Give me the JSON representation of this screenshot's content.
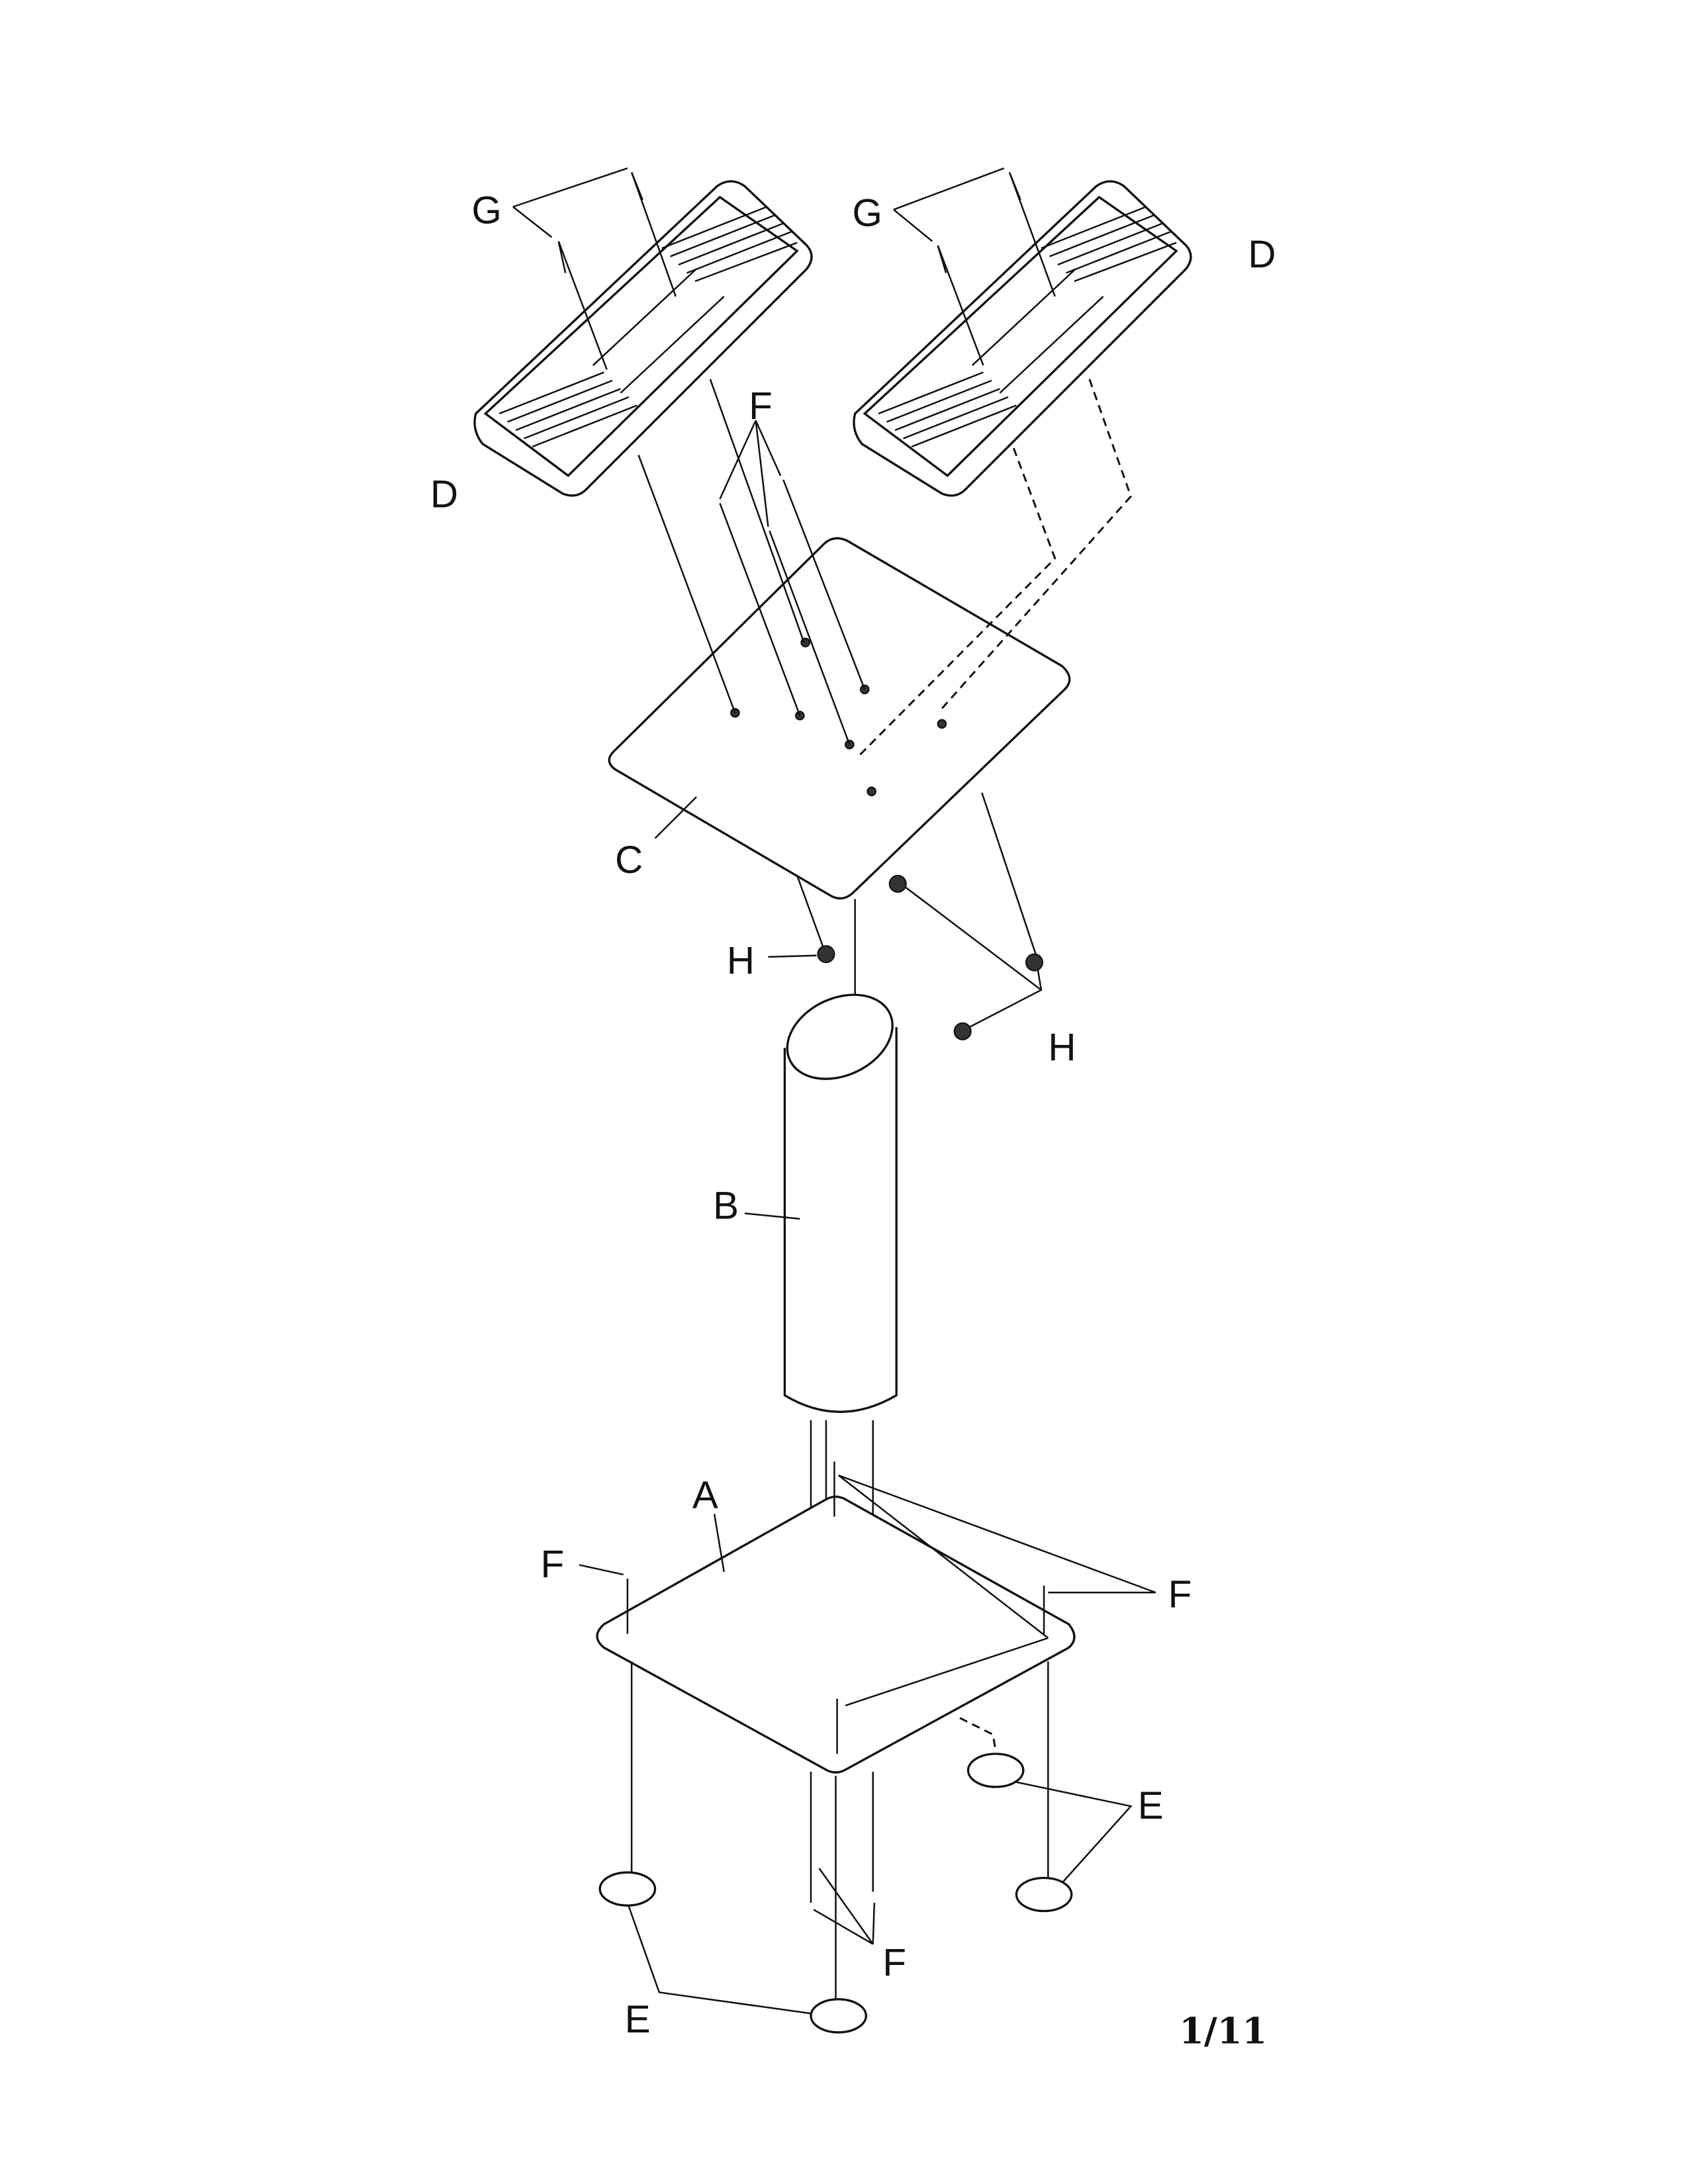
{
  "diagram": {
    "labels": {
      "A": "A",
      "B": "B",
      "C": "C",
      "D": "D",
      "E": "E",
      "F": "F",
      "G": "G",
      "H": "H"
    },
    "page_number": "1/11"
  }
}
